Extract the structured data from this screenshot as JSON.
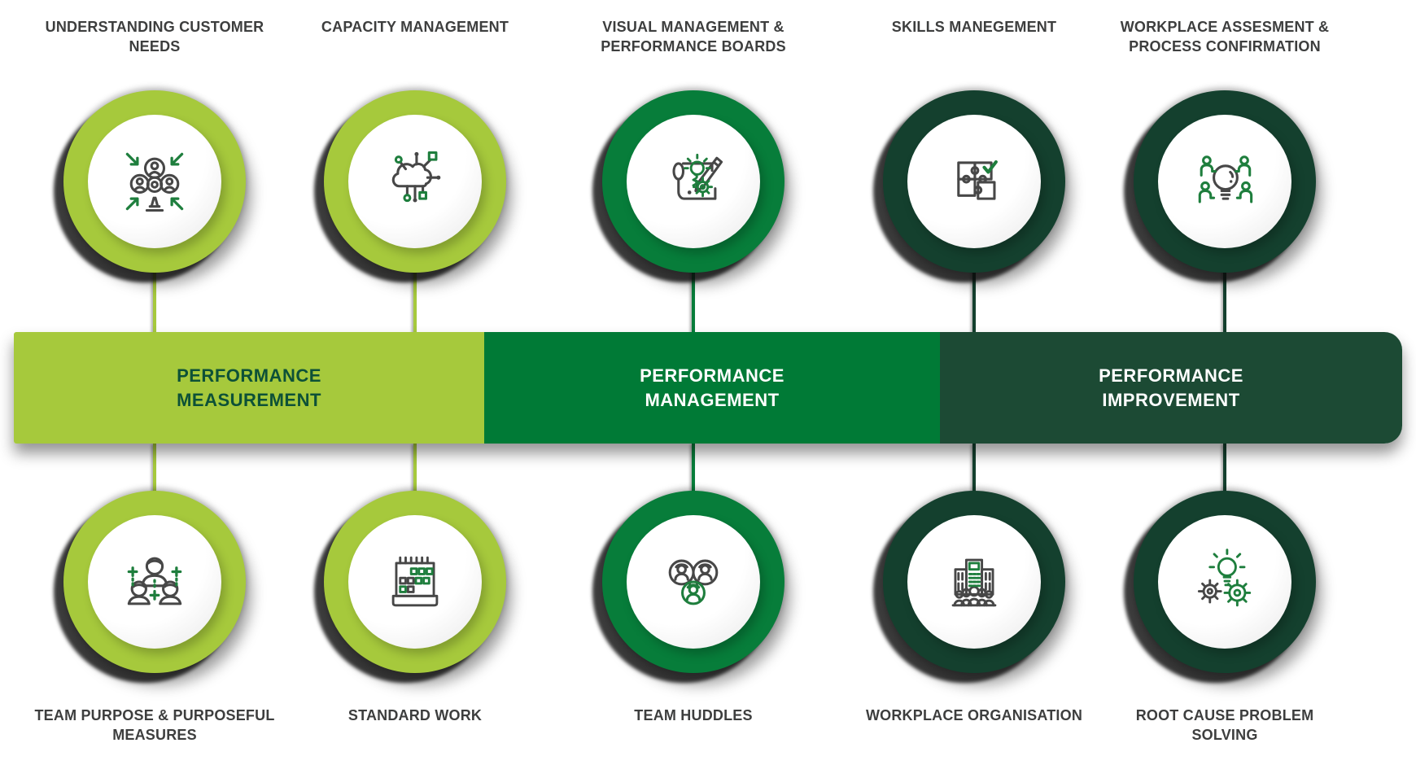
{
  "palette": {
    "light_green": "#a6c93c",
    "mid_green": "#077d3a",
    "dark_green": "#14402e",
    "bar_light": "#a6c93c",
    "bar_mid": "#007a36",
    "bar_dark": "#1c4a34",
    "label_color": "#3d3e3e",
    "bar_text_measurement": "#0d5137",
    "icon_grey": "#474747",
    "icon_green": "#1e7e3d"
  },
  "bar": {
    "segments": [
      {
        "label": "PERFORMANCE MEASUREMENT"
      },
      {
        "label": "PERFORMANCE MANAGEMENT"
      },
      {
        "label": "PERFORMANCE IMPROVEMENT"
      }
    ]
  },
  "columns": [
    {
      "theme": "light",
      "top": {
        "label": "UNDERSTANDING CUSTOMER NEEDS",
        "icon": "customer-focus-icon"
      },
      "bottom": {
        "label": "TEAM PURPOSE & PURPOSEFUL MEASURES",
        "icon": "team-purpose-icon"
      }
    },
    {
      "theme": "light",
      "top": {
        "label": "CAPACITY MANAGEMENT",
        "icon": "capacity-network-icon"
      },
      "bottom": {
        "label": "STANDARD WORK",
        "icon": "standard-work-calendar-icon"
      }
    },
    {
      "theme": "mid",
      "top": {
        "label": "VISUAL MANAGEMENT & PERFORMANCE BOARDS",
        "icon": "performance-board-icon"
      },
      "bottom": {
        "label": "TEAM HUDDLES",
        "icon": "team-huddles-icon"
      }
    },
    {
      "theme": "dark",
      "top": {
        "label": "SKILLS MANEGEMENT",
        "icon": "skills-puzzle-icon"
      },
      "bottom": {
        "label": "WORKPLACE ORGANISATION",
        "icon": "workplace-organisation-icon"
      }
    },
    {
      "theme": "dark",
      "top": {
        "label": "WORKPLACE ASSESMENT & PROCESS CONFIRMATION",
        "icon": "workplace-assessment-icon"
      },
      "bottom": {
        "label": "ROOT CAUSE PROBLEM SOLVING",
        "icon": "root-cause-icon"
      }
    }
  ]
}
